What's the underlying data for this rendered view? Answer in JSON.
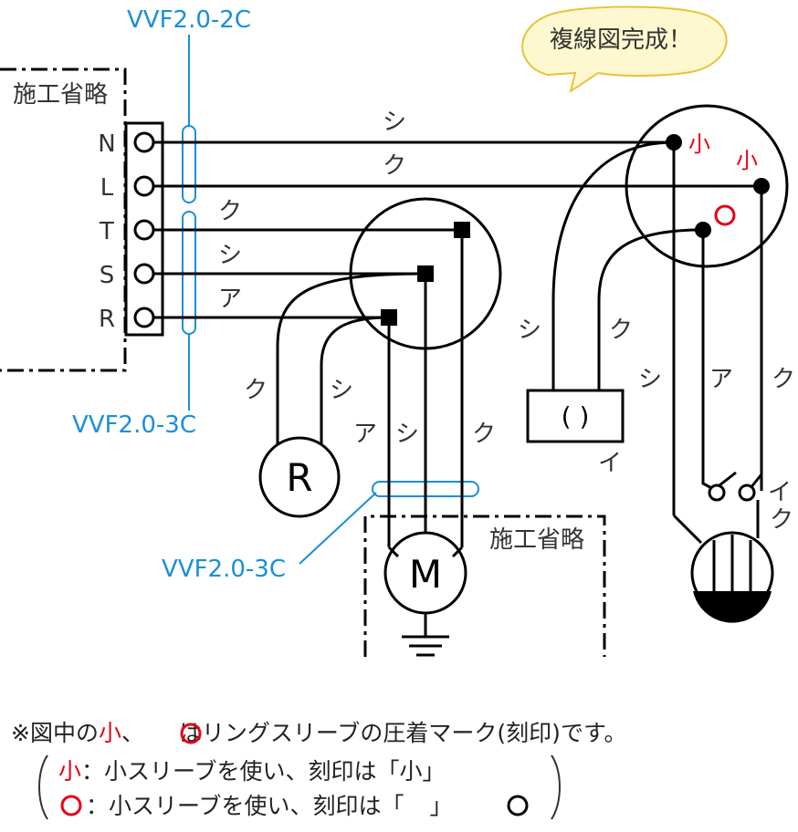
{
  "bubble": {
    "text": "複線図完成！"
  },
  "cables": {
    "top": "VVF2.0-2C",
    "bottom_left": "VVF2.0-3C",
    "motor": "VVF2.0-3C"
  },
  "omitted": {
    "left": "施工省略",
    "motor": "施工省略"
  },
  "terminals": [
    "N",
    "L",
    "T",
    "S",
    "R"
  ],
  "wire_colors": {
    "n_line": "シ",
    "l_line": "ク",
    "t_line": "ク",
    "s_line": "シ",
    "r_line": "ア",
    "r_left": "ク",
    "r_right": "シ",
    "m_a": "ア",
    "m_shi": "シ",
    "m_ku": "ク",
    "outlet_shi": "シ",
    "outlet_ku": "ク",
    "lamp_shi": "シ",
    "sw_a": "ア",
    "sw_ku": "ク"
  },
  "sleeves": {
    "small1": "小",
    "small2": "小"
  },
  "devices": {
    "indicator": "R",
    "motor": "M",
    "outlet": "( )",
    "outlet_label": "イ",
    "switch_label_1": "イ",
    "switch_label_2": "ク"
  },
  "notes": {
    "line1_pre": "※図中の",
    "line1_small": "小",
    "line1_sep": "、",
    "line1_post": " はリングスリーブの圧着マーク(刻印)です。",
    "line2_small": "小",
    "line2_text": "：小スリーブを使い、刻印は「小」",
    "line3_text": "：小スリーブを使い、刻印は「",
    "line3_end": "」"
  },
  "colors": {
    "cable": "#1a8fd6",
    "mark": "#e60012",
    "bubble_fill": "#fdf8d0",
    "bubble_stroke": "#e8c23a"
  }
}
